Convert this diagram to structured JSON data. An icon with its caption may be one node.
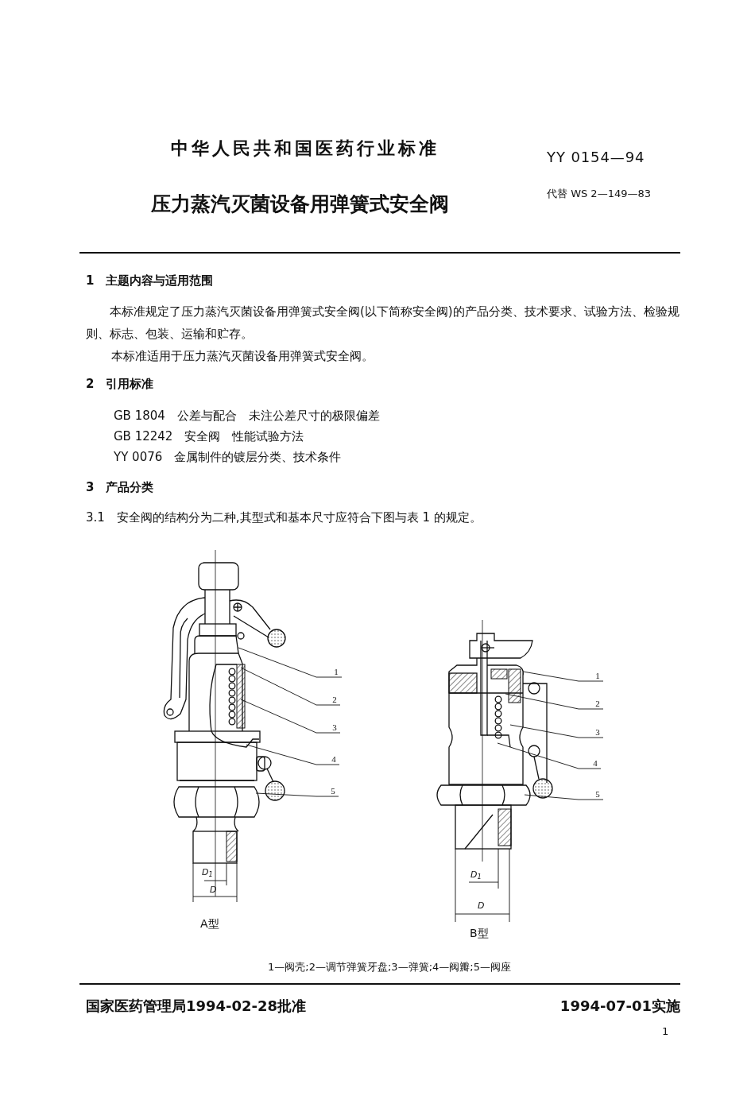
{
  "diagram": {
    "nodes": [
      {
        "text": [
          "1"
        ]
      },
      {
        "text": [
          "2"
        ]
      },
      {
        "text": [
          "3"
        ]
      },
      {
        "text": [
          "4"
        ]
      },
      {
        "text": [
          "5"
        ]
      },
      {
        "text": [
          "1"
        ]
      },
      {
        "text": [
          "2"
        ]
      },
      {
        "text": [
          "3"
        ]
      },
      {
        "text": [
          "4"
        ]
      },
      {
        "text": [
          "5"
        ]
      }
    ],
    "edges": [
      {
        "from": 0,
        "to": null,
        "arrow": "none"
      },
      {
        "from": 1,
        "to": null,
        "arrow": "none"
      },
      {
        "from": 2,
        "to": null,
        "arrow": "none"
      },
      {
        "from": 3,
        "to": null,
        "arrow": "none"
      },
      {
        "from": 4,
        "to": null,
        "arrow": "none"
      },
      {
        "from": 5,
        "to": null,
        "arrow": "none"
      },
      {
        "from": 6,
        "to": null,
        "arrow": "none"
      },
      {
        "from": 7,
        "to": null,
        "arrow": "none"
      },
      {
        "from": 8,
        "to": null,
        "arrow": "none"
      },
      {
        "from": 9,
        "to": null,
        "arrow": "none"
      }
    ],
    "labels": [
      "中华人民共和国医药行业标准",
      "YY 0154—94",
      "压力蒸汽灭菌设备用弹簧式安全阀",
      "代替 WS 2—149—83",
      "1　主题内容与适用范围",
      "本标准规定了压力蒸汽灭菌设备用弹簧式安全阀(以下简称安全阀)的产品分类、技术要求、试验方法、检验规则、标志、包装、运输和贮存。",
      "本标准适用于压力蒸汽灭菌设备用弹簧式安全阀。",
      "2　引用标准",
      "GB 1804　公差与配合　未注公差尺寸的极限偏差",
      "GB 12242　安全阀　性能试验方法",
      "YY 0076　金属制件的镀层分类、技术条件",
      "3　产品分类",
      "3.1　安全阀的结构分为二种,其型式和基本尺寸应符合下图与表 1 的规定。",
      "D$_{1}$",
      "D",
      "A型",
      "D$_{1}$",
      "D",
      "B型",
      "1—阀壳;2—调节弹簧牙盘;3—弹簧;4—阀瓣;5—阀座",
      "国家医药管理局1994-02-28批准",
      "1994-07-01实施",
      "1"
    ]
  }
}
